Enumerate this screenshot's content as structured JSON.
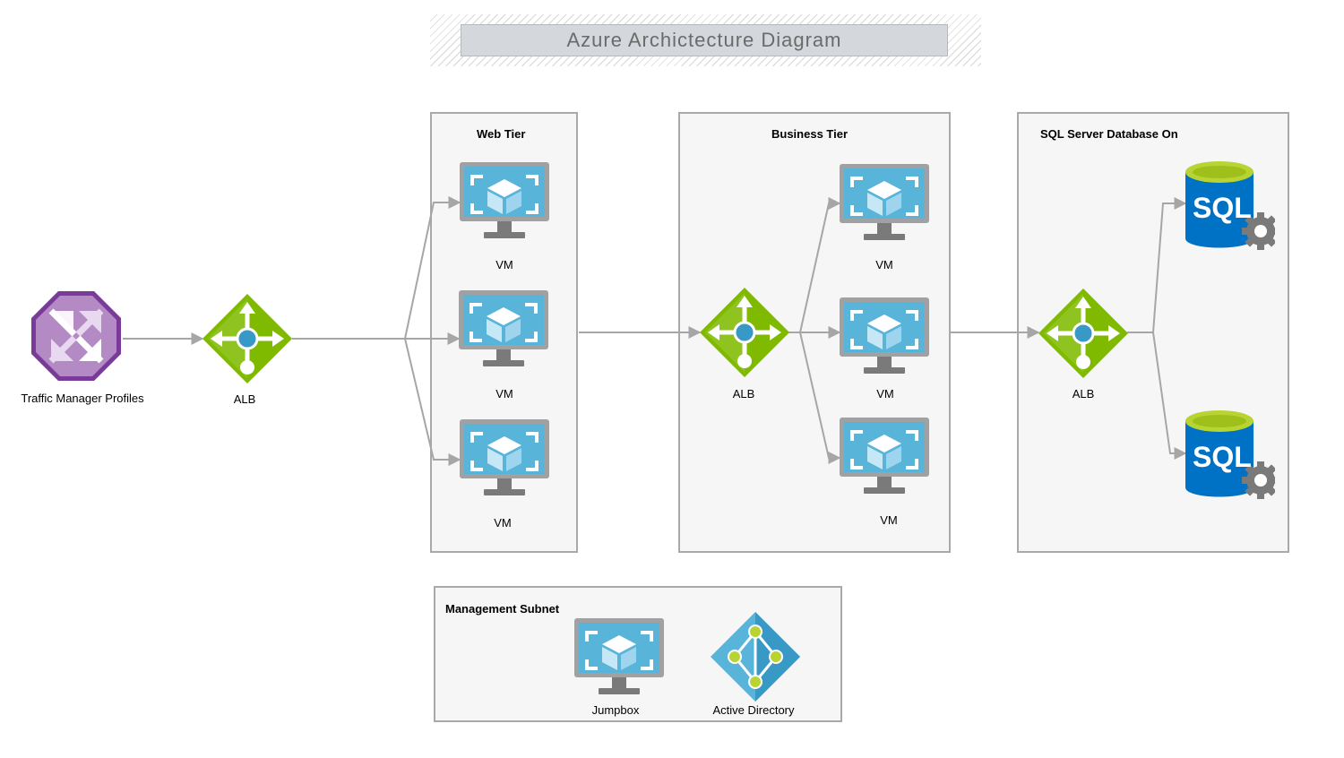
{
  "title": "Azure Archictecture Diagram",
  "tiers": {
    "web": "Web Tier",
    "business": "Business Tier",
    "sql": "SQL Server Database On",
    "management": "Management Subnet"
  },
  "nodes": {
    "traffic_manager": "Traffic Manager Profiles",
    "alb_front": "ALB",
    "web_vm_1": "VM",
    "web_vm_2": "VM",
    "web_vm_3": "VM",
    "alb_business": "ALB",
    "biz_vm_1": "VM",
    "biz_vm_2": "VM",
    "biz_vm_3": "VM",
    "alb_sql": "ALB",
    "sql_1": "SQL",
    "sql_2": "SQL",
    "jumpbox": "Jumpbox",
    "active_directory": "Active Directory"
  },
  "icons": {
    "traffic_manager": "traffic-manager-icon",
    "load_balancer": "load-balancer-icon",
    "vm": "virtual-machine-icon",
    "sql": "sql-database-icon",
    "active_directory": "active-directory-icon"
  },
  "colors": {
    "traffic_manager": "#9a5fb0",
    "load_balancer": "#7fba00",
    "vm_screen": "#59b4d9",
    "vm_frame": "#a0a1a2",
    "sql_body": "#0072c6",
    "sql_top": "#b8d432",
    "connector": "#a6a6a6",
    "title_box": "#d4d7dc"
  }
}
